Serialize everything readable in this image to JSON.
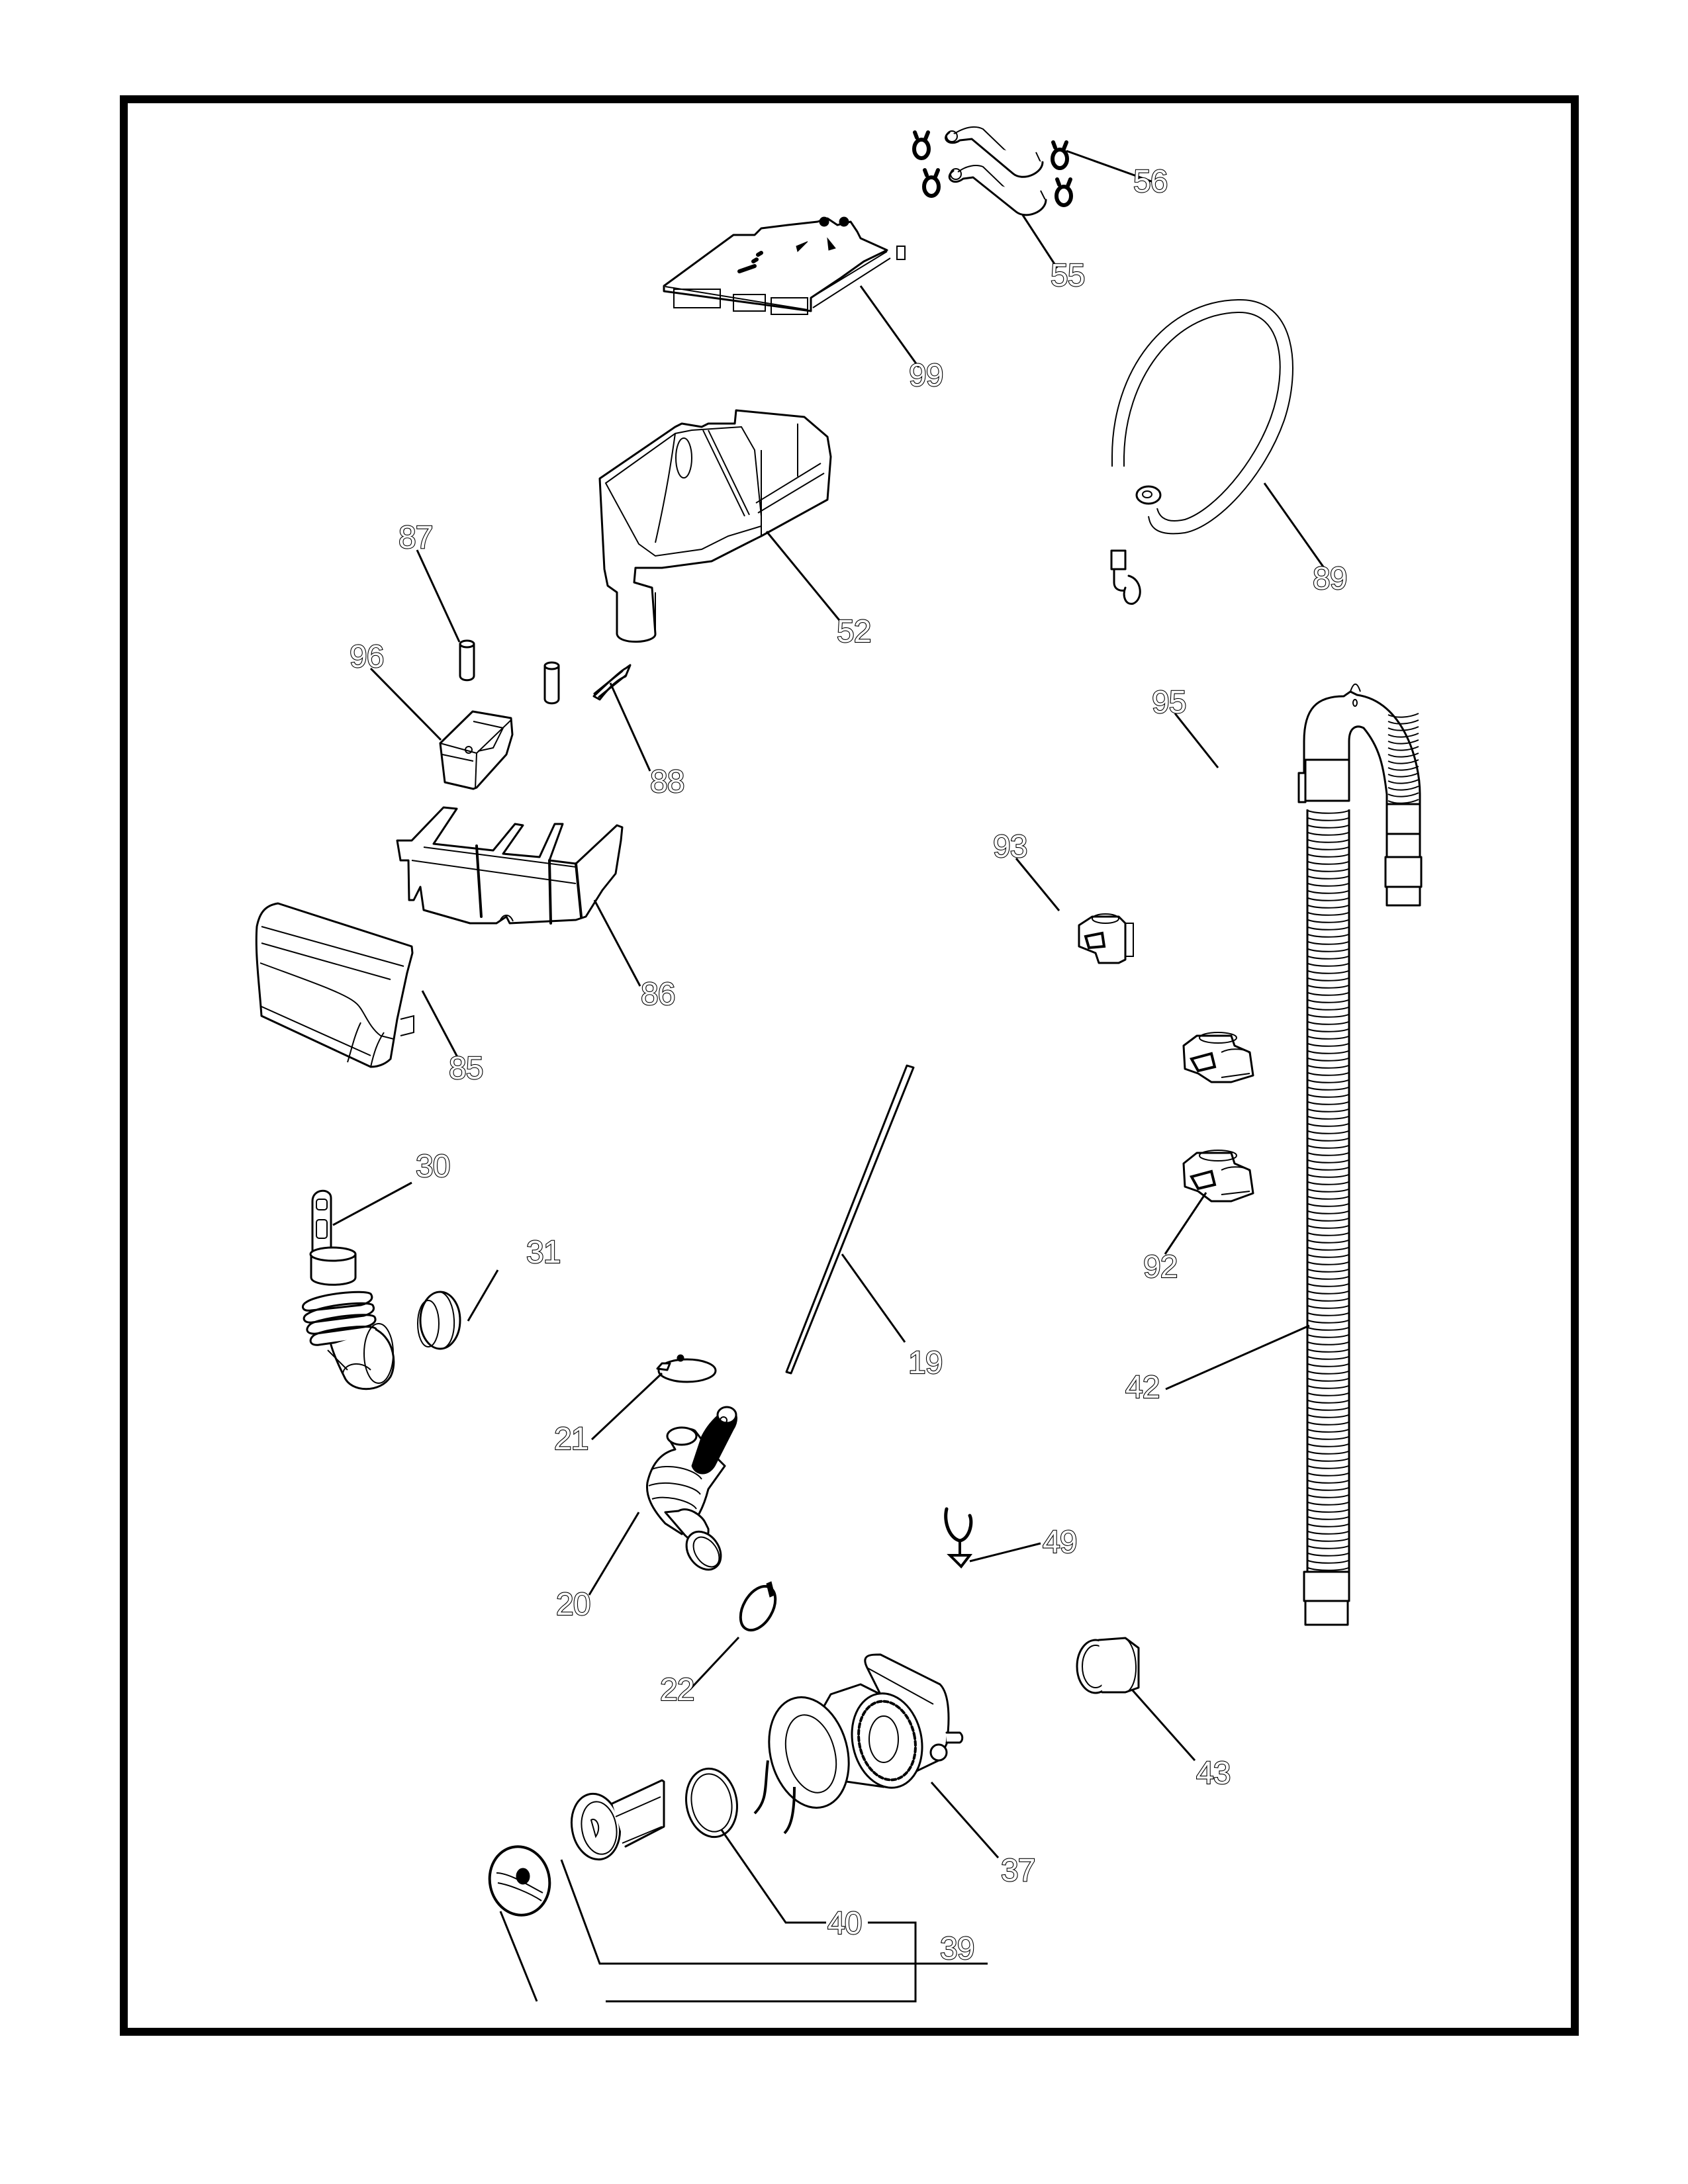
{
  "diagram": {
    "type": "exploded-parts-diagram",
    "border_color": "#000000",
    "background_color": "#ffffff",
    "callouts": [
      {
        "id": "56",
        "label": "56",
        "part": "hose-clamp"
      },
      {
        "id": "55",
        "label": "55",
        "part": "short-hose"
      },
      {
        "id": "99",
        "label": "99",
        "part": "dispenser-lid-board"
      },
      {
        "id": "89",
        "label": "89",
        "part": "inlet-hose-loop"
      },
      {
        "id": "52",
        "label": "52",
        "part": "dispenser-housing"
      },
      {
        "id": "87",
        "label": "87",
        "part": "siphon-cap"
      },
      {
        "id": "96",
        "label": "96",
        "part": "softener-cup"
      },
      {
        "id": "88",
        "label": "88",
        "part": "flap-insert"
      },
      {
        "id": "95",
        "label": "95",
        "part": "hose-hook"
      },
      {
        "id": "93",
        "label": "93",
        "part": "hose-clip"
      },
      {
        "id": "86",
        "label": "86",
        "part": "dispenser-drawer"
      },
      {
        "id": "85",
        "label": "85",
        "part": "drawer-front-panel"
      },
      {
        "id": "30",
        "label": "30",
        "part": "bellows-hose"
      },
      {
        "id": "31",
        "label": "31",
        "part": "grommet"
      },
      {
        "id": "92",
        "label": "92",
        "part": "hose-clip"
      },
      {
        "id": "19",
        "label": "19",
        "part": "rod"
      },
      {
        "id": "42",
        "label": "42",
        "part": "drain-hose"
      },
      {
        "id": "21",
        "label": "21",
        "part": "wire-clamp"
      },
      {
        "id": "20",
        "label": "20",
        "part": "drain-bellows"
      },
      {
        "id": "49",
        "label": "49",
        "part": "push-clip"
      },
      {
        "id": "22",
        "label": "22",
        "part": "worm-clamp"
      },
      {
        "id": "43",
        "label": "43",
        "part": "hose-adapter"
      },
      {
        "id": "37",
        "label": "37",
        "part": "drain-pump-housing"
      },
      {
        "id": "40",
        "label": "40",
        "part": "o-ring"
      },
      {
        "id": "39",
        "label": "39",
        "part": "filter-assembly"
      }
    ]
  }
}
